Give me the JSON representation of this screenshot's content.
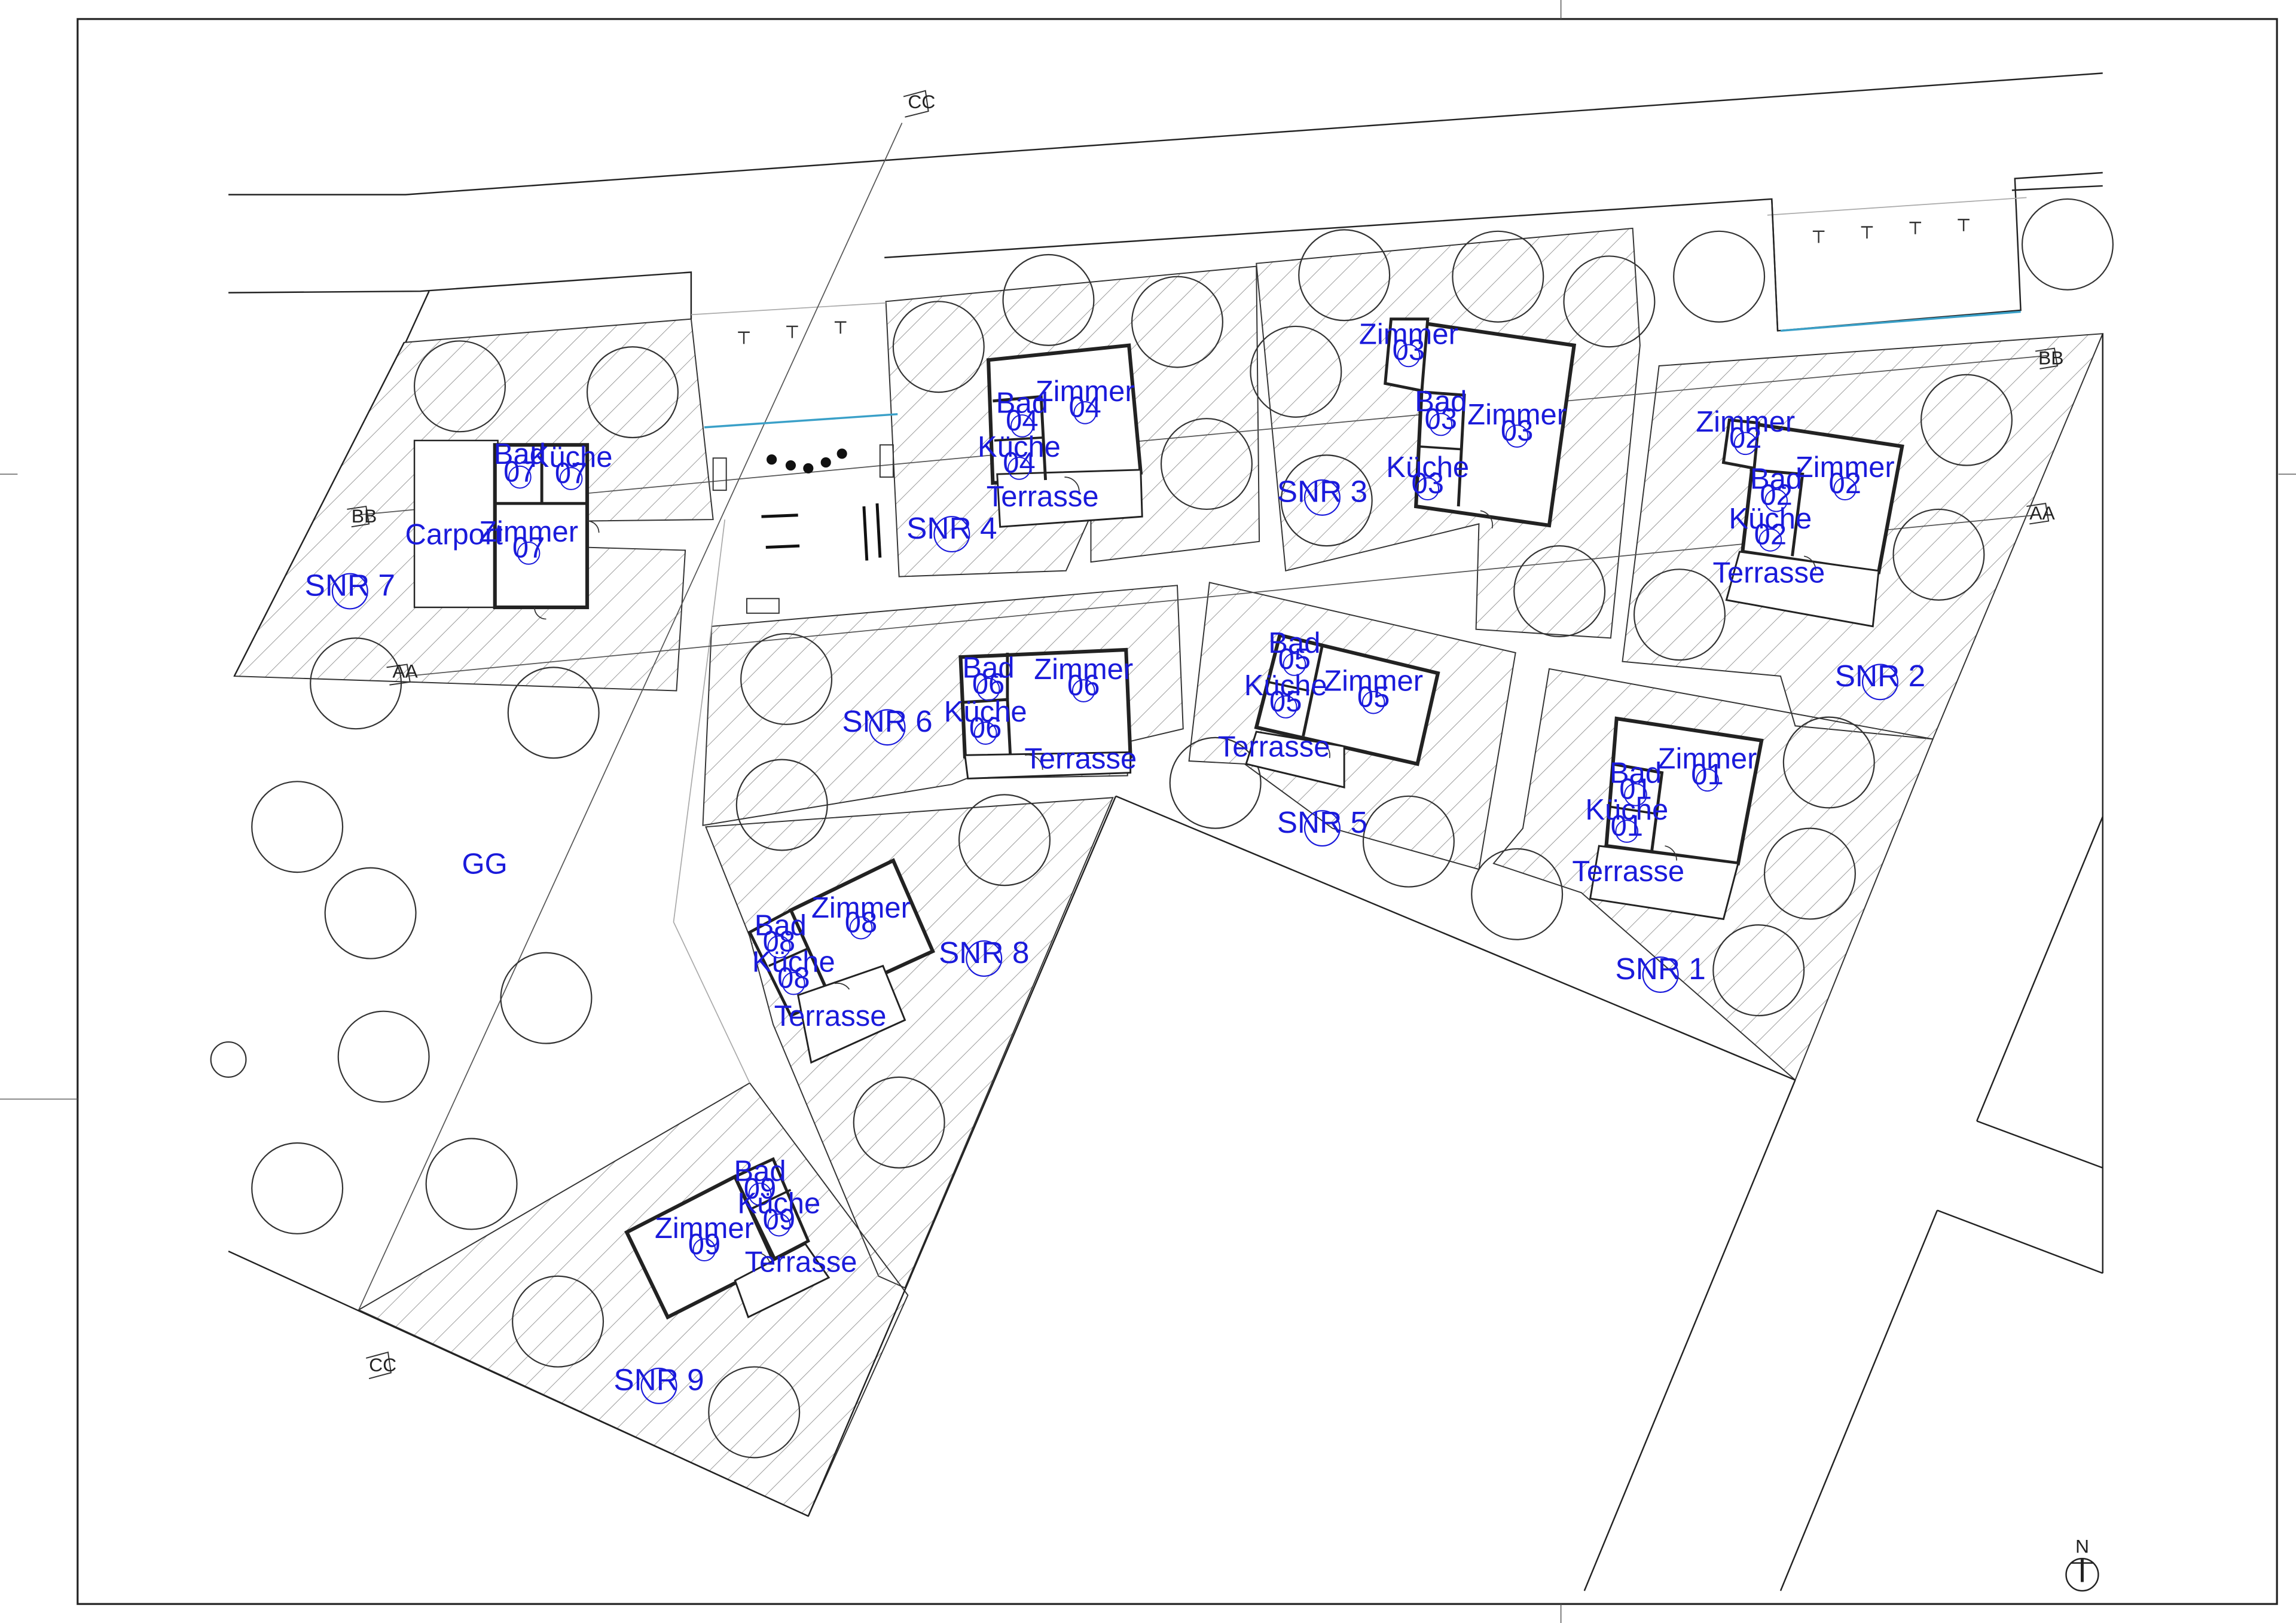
{
  "drawing": {
    "label_color": "#1a1adb",
    "hatch_color": "#888888",
    "water_color": "#3aa0c8",
    "section_markers": {
      "aa": "AA",
      "bb": "BB",
      "cc": "CC"
    },
    "north": "N"
  },
  "areas": {
    "gg": "GG",
    "carport": "Carport"
  },
  "plots": [
    {
      "id": "SNR 1"
    },
    {
      "id": "SNR 2"
    },
    {
      "id": "SNR 3"
    },
    {
      "id": "SNR 4"
    },
    {
      "id": "SNR 5"
    },
    {
      "id": "SNR 6"
    },
    {
      "id": "SNR 7"
    },
    {
      "id": "SNR 8"
    },
    {
      "id": "SNR 9"
    }
  ],
  "rooms": {
    "zimmer": "Zimmer",
    "bad": "Bad",
    "kueche": "Küche",
    "terrasse": "Terrasse"
  },
  "units": [
    "01",
    "02",
    "03",
    "04",
    "05",
    "06",
    "07",
    "08",
    "09"
  ]
}
